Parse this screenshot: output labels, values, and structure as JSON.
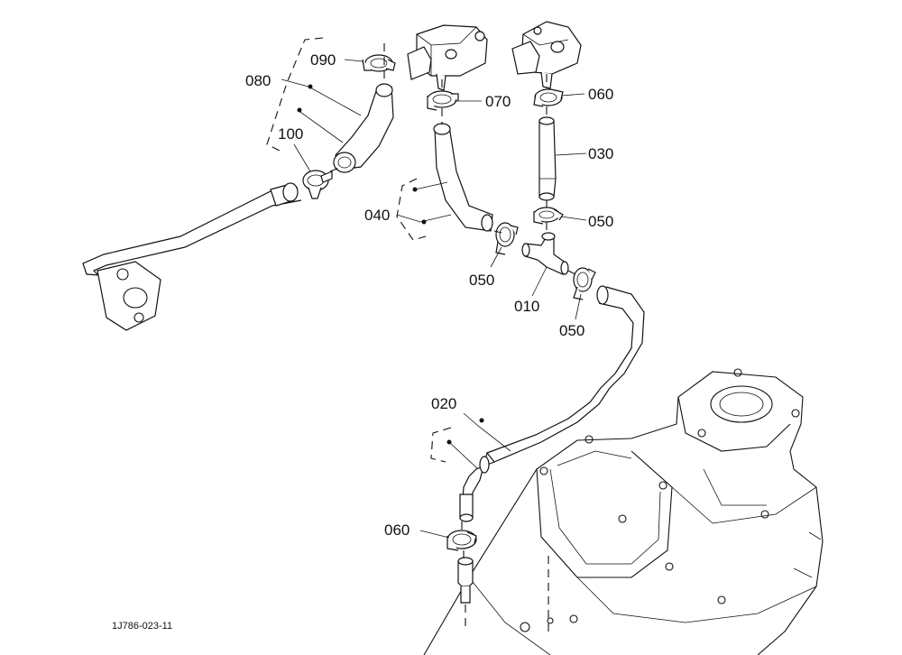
{
  "callouts": {
    "c080": "080",
    "c090": "090",
    "c100": "100",
    "c070": "070",
    "c060_top": "060",
    "c030": "030",
    "c050_right": "050",
    "c040": "040",
    "c050_mid": "050",
    "c010": "010",
    "c050_low": "050",
    "c020": "020",
    "c060_bottom": "060"
  },
  "drawing_code": "1J786-023-11"
}
